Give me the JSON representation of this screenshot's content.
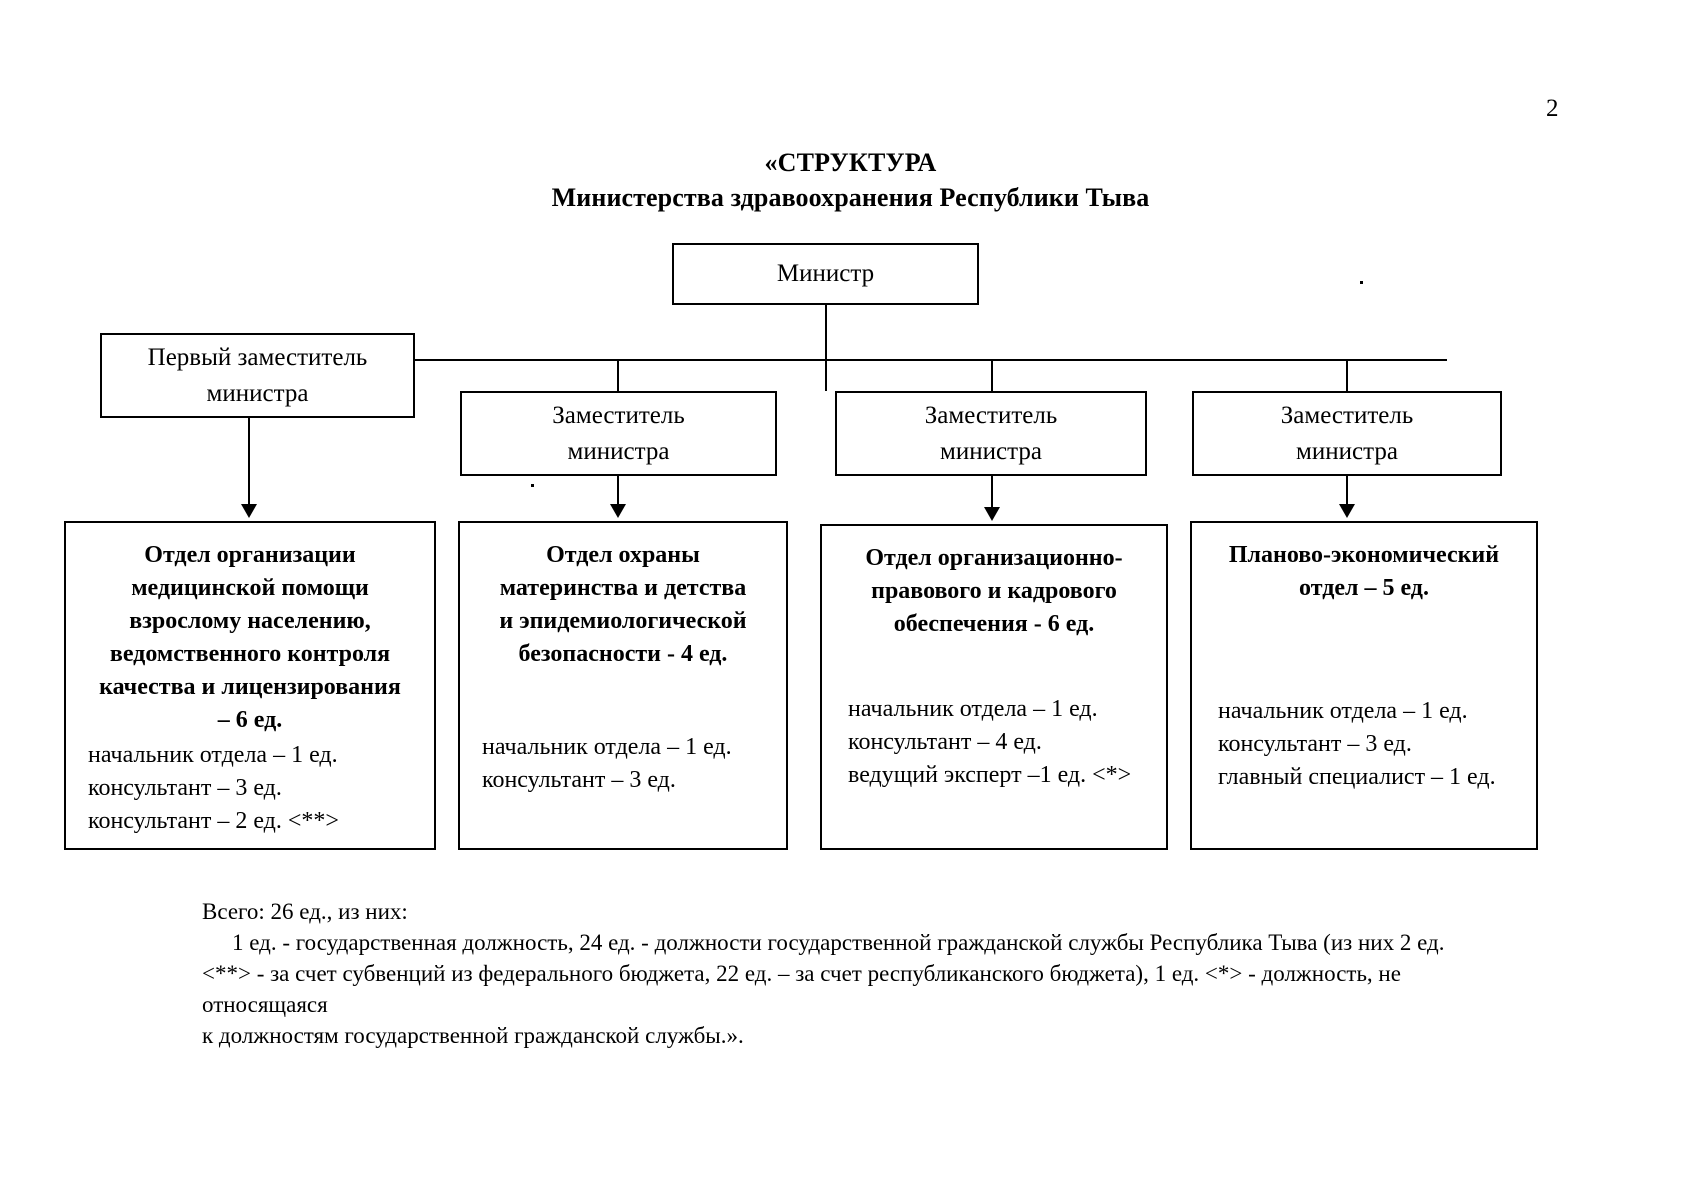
{
  "page": {
    "number": "2"
  },
  "title": {
    "line1": "«СТРУКТУРА",
    "line2": "Министерства здравоохранения Республики Тыва"
  },
  "chart_data": {
    "type": "diagram",
    "title": "«СТРУКТУРА Министерства здравоохранения Республики Тыва",
    "total_units": 26,
    "nodes": [
      {
        "id": "minister",
        "label": "Министр",
        "level": 0
      },
      {
        "id": "first-deputy",
        "label": "Первый заместитель министра",
        "level": 1
      },
      {
        "id": "deputy-1",
        "label": "Заместитель министра",
        "level": 1
      },
      {
        "id": "deputy-2",
        "label": "Заместитель министра",
        "level": 1
      },
      {
        "id": "deputy-3",
        "label": "Заместитель министра",
        "level": 1
      }
    ]
  },
  "boxes": {
    "minister": {
      "line1": "Министр"
    },
    "first_deputy": {
      "line1": "Первый заместитель",
      "line2": "министра"
    },
    "deputy_1": {
      "line1": "Заместитель",
      "line2": "министра"
    },
    "deputy_2": {
      "line1": "Заместитель",
      "line2": "министра"
    },
    "deputy_3": {
      "line1": "Заместитель",
      "line2": "министра"
    }
  },
  "units": [
    {
      "heading_lines": [
        "Отдел организации",
        "медицинской помощи",
        "взрослому населению,",
        "ведомственного контроля",
        "качества и лицензирования",
        "– 6 ед."
      ],
      "roles": [
        "начальник отдела – 1 ед.",
        "консультант – 3 ед.",
        "консультант – 2 ед. <**>"
      ]
    },
    {
      "heading_lines": [
        "Отдел охраны",
        "материнства и детства",
        "и эпидемиологической",
        "безопасности - 4 ед."
      ],
      "roles": [
        "начальник отдела – 1 ед.",
        "консультант – 3 ед."
      ]
    },
    {
      "heading_lines": [
        "Отдел организационно-",
        "правового и кадрового",
        "обеспечения - 6 ед."
      ],
      "roles": [
        "начальник отдела – 1 ед.",
        "консультант – 4 ед.",
        "ведущий эксперт –1 ед. <*>"
      ]
    },
    {
      "heading_lines": [
        "Планово-экономический",
        "отдел – 5 ед."
      ],
      "roles": [
        "начальник отдела – 1 ед.",
        "консультант – 3 ед.",
        "главный специалист – 1 ед."
      ]
    }
  ],
  "footer": {
    "line1": "Всего: 26 ед., из них:",
    "line2": "1 ед. - государственная должность, 24 ед. - должности государственной гражданской службы Республика Тыва (из них 2 ед.",
    "line3": "<**> - за счет субвенций из федерального бюджета, 22 ед. – за счет республиканского бюджета), 1 ед. <*> - должность, не относящаяся",
    "line4": "к должностям государственной гражданской службы.»."
  }
}
